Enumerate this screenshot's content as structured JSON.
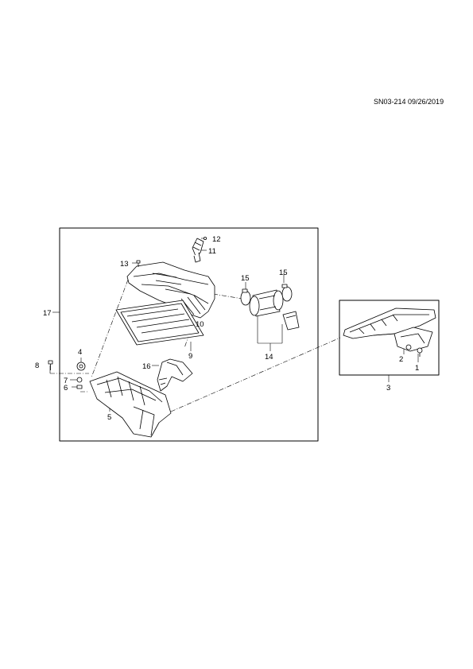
{
  "document_id": "SN03-214 09/26/2019",
  "main_frame_label": "17",
  "inset_frame_label": "3",
  "callouts": {
    "c1": "1",
    "c2": "2",
    "c4": "4",
    "c5": "5",
    "c6": "6",
    "c7": "7",
    "c8": "8",
    "c9": "9",
    "c10": "10",
    "c11": "11",
    "c12": "12",
    "c13": "13",
    "c14": "14",
    "c15a": "15",
    "c15b": "15",
    "c16": "16"
  },
  "colors": {
    "line": "#000000",
    "background": "#ffffff",
    "part_fill": "#ffffff"
  }
}
